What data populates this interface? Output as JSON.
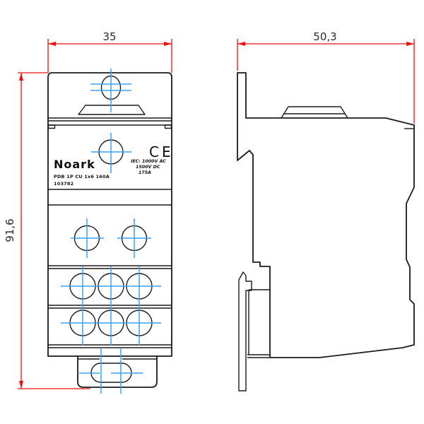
{
  "drawing": {
    "front_view": {
      "dimension_width": "35",
      "dimension_height": "91,6",
      "label": {
        "brand": "Noark",
        "product_line": "PDB 1P CU 1x6 160A",
        "part_number": "103782",
        "ce_mark": "CE",
        "rating_line1": "IEC: 1000V AC",
        "rating_line2": "1500V DC",
        "rating_line3": "175A"
      }
    },
    "side_view": {
      "dimension_width": "50,3"
    }
  },
  "colors": {
    "outline": "#1a1a1a",
    "centerline": "#3aa0f5",
    "dimension": "#f20d0d",
    "text": "#2b2b2b",
    "background": "#ffffff"
  }
}
